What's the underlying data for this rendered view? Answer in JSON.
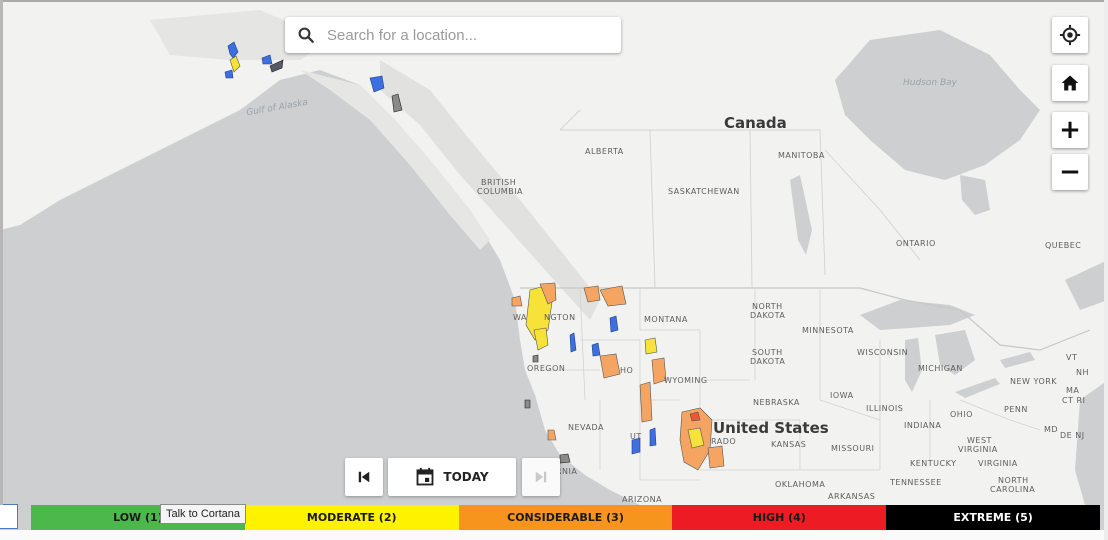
{
  "search": {
    "placeholder": "Search for a location..."
  },
  "controls": {
    "locate_icon": "crosshair-icon",
    "home_icon": "home-icon",
    "zoom_in_label": "+",
    "zoom_out_label": "−"
  },
  "map_labels": {
    "canada": "Canada",
    "united_states": "United States",
    "hudson_bay": "Hudson Bay",
    "gulf_of_alaska": "Gulf of Alaska",
    "alberta": "ALBERTA",
    "manitoba": "MANITOBA",
    "british_columbia_line1": "BRITISH",
    "british_columbia_line2": "COLUMBIA",
    "saskatchewan": "SASKATCHEWAN",
    "ontario": "ONTARIO",
    "quebec": "QUEBEC",
    "north_dakota_line1": "NORTH",
    "north_dakota_line2": "DAKOTA",
    "minnesota": "MINNESOTA",
    "washington_a": "WA",
    "washington_b": "NGTON",
    "montana": "MONTANA",
    "south_dakota_line1": "SOUTH",
    "south_dakota_line2": "DAKOTA",
    "wisconsin": "WISCONSIN",
    "vt": "VT",
    "nh": "NH",
    "oregon": "OREGON",
    "idaho": "HO",
    "wyoming": "WYOMING",
    "michigan": "MICHIGAN",
    "new_york": "NEW YORK",
    "ma": "MA",
    "ct_ri": "CT RI",
    "iowa": "IOWA",
    "nebraska": "NEBRASKA",
    "illinois": "ILLINOIS",
    "ohio": "OHIO",
    "penn": "PENN",
    "nevada": "NEVADA",
    "utah": "UT",
    "colorado": "RADO",
    "kansas": "KANSAS",
    "indiana": "INDIANA",
    "md": "MD",
    "de_nj": "DE NJ",
    "missouri": "MISSOURI",
    "west_virginia_line1": "WEST",
    "west_virginia_line2": "VIRGINIA",
    "kentucky": "KENTUCKY",
    "virginia": "VIRGINIA",
    "california": "RNIA",
    "oklahoma": "OKLAHOMA",
    "tennessee": "TENNESSEE",
    "north_carolina_line1": "NORTH",
    "north_carolina_line2": "CAROLINA",
    "arkansas": "ARKANSAS",
    "arizona": "ARIZONA"
  },
  "timeline": {
    "first_icon": "skip-first-icon",
    "today_icon": "calendar-today-icon",
    "today_label": "TODAY",
    "next_icon": "skip-next-icon"
  },
  "legend": [
    {
      "label": "LOW (1)",
      "color": "#4cb84c",
      "text_color": "#1a1a1a"
    },
    {
      "label": "MODERATE (2)",
      "color": "#fff200",
      "text_color": "#1a1a1a"
    },
    {
      "label": "CONSIDERABLE (3)",
      "color": "#f7941d",
      "text_color": "#1a1a1a"
    },
    {
      "label": "HIGH (4)",
      "color": "#ed1c24",
      "text_color": "#1a1a1a"
    },
    {
      "label": "EXTREME (5)",
      "color": "#000000",
      "text_color": "#ffffff"
    }
  ],
  "tooltip": {
    "text": "Talk to Cortana"
  },
  "colors": {
    "water": "#cdcfd1",
    "land": "#f2f2f1",
    "no_rating": "#3d6fe0"
  }
}
